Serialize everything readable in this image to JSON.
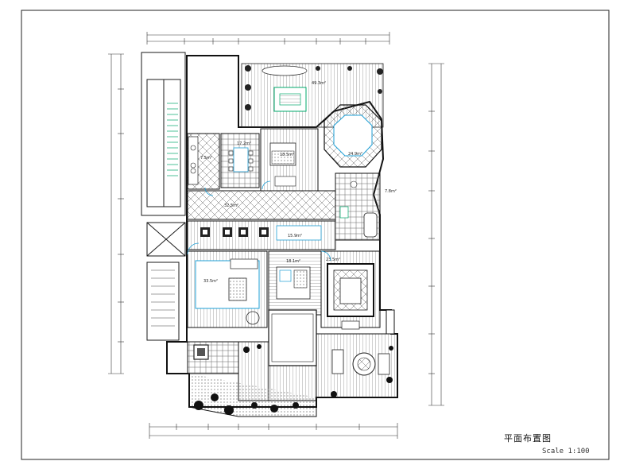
{
  "drawing": {
    "title": "平面布置图",
    "scale": "Scale 1:100"
  },
  "rooms": [
    {
      "id": "terrace-top",
      "label": "49.3m²"
    },
    {
      "id": "octagon-room",
      "label": "24.9m²"
    },
    {
      "id": "bedroom-upper",
      "label": "18.5m²"
    },
    {
      "id": "dining",
      "label": "17.2m²"
    },
    {
      "id": "kitchen",
      "label": "7.5m²"
    },
    {
      "id": "corridor",
      "label": "32.5m²"
    },
    {
      "id": "bath-right",
      "label": "7.8m²"
    },
    {
      "id": "hall-mid",
      "label": "15.9m²"
    },
    {
      "id": "living",
      "label": "33.5m²"
    },
    {
      "id": "study",
      "label": "18.1m²"
    },
    {
      "id": "master-bed",
      "label": "23.5m²"
    }
  ],
  "colors": {
    "line": "#1a1a1a",
    "accent": "#00a86b",
    "cyan": "#1e9fd6",
    "hatch": "#555555"
  }
}
